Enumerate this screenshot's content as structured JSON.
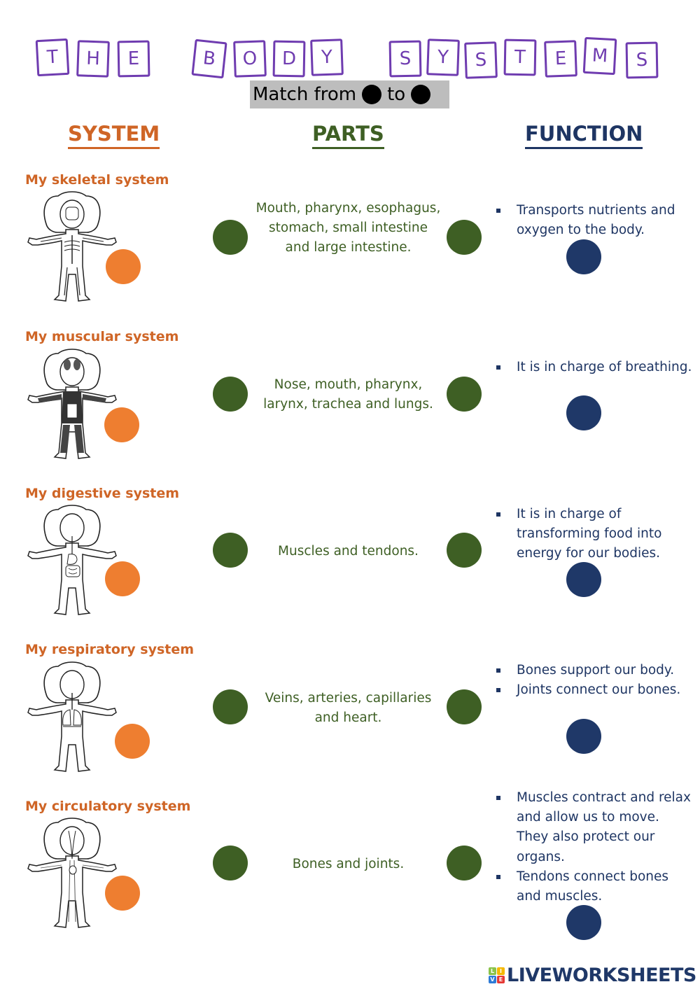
{
  "title": {
    "words": [
      "THE",
      "BODY",
      "SYSTEMS"
    ],
    "letters": [
      "T",
      "H",
      "E",
      "B",
      "O",
      "D",
      "Y",
      "S",
      "Y",
      "S",
      "T",
      "E",
      "M",
      "S"
    ],
    "color": "#6f3cb0"
  },
  "instruction": {
    "text_before": "Match from",
    "text_middle": "to",
    "dot_icon": "black-circle"
  },
  "columns": {
    "system": "SYSTEM",
    "parts": "PARTS",
    "function": "FUNCTION"
  },
  "colors": {
    "system": "#cf6526",
    "system_dot": "#ee7e30",
    "parts": "#3e5f24",
    "function": "#1e3563",
    "function_dot": "#1f3868",
    "banner_bg": "#bdbdbd"
  },
  "rows": [
    {
      "system": "My skeletal system",
      "figure": "skeleton-figure",
      "parts": "Mouth, pharynx, esophagus, stomach, small intestine and large intestine.",
      "function": [
        "Transports nutrients and oxygen to the body."
      ]
    },
    {
      "system": "My muscular system",
      "figure": "muscle-figure",
      "parts": "Nose, mouth, pharynx, larynx, trachea and lungs.",
      "function": [
        "It is in charge of breathing."
      ]
    },
    {
      "system": "My digestive system",
      "figure": "digestive-figure",
      "parts": "Muscles and tendons.",
      "function": [
        "It is in charge of transforming food into energy for our bodies."
      ]
    },
    {
      "system": "My respiratory system",
      "figure": "respiratory-figure",
      "parts": "Veins, arteries, capillaries and heart.",
      "function": [
        "Bones support our body.",
        "Joints connect our bones."
      ]
    },
    {
      "system": "My circulatory system",
      "figure": "circulatory-figure",
      "parts": "Bones and joints.",
      "function": [
        "Muscles contract and relax and allow us to move. They also protect our organs.",
        "Tendons connect bones and muscles."
      ]
    }
  ],
  "footer": {
    "logo_text": "LIVEWORKSHEETS",
    "logo_letters": [
      "L",
      "I",
      "V",
      "E"
    ]
  }
}
